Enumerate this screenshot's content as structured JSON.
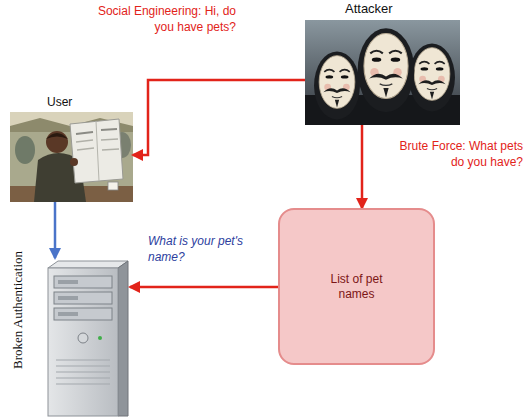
{
  "diagram": {
    "nodes": [
      {
        "text": [
          "Attacker"
        ]
      },
      {
        "text": [
          "User"
        ]
      },
      {
        "text": [
          "List of pet names"
        ]
      },
      {
        "text": [
          "Broken Authentication"
        ]
      }
    ],
    "edges": [
      {
        "from": 0,
        "to": 1,
        "arrow": "to",
        "label": "Social Engineering: Hi, do you have pets?"
      },
      {
        "from": 0,
        "to": 2,
        "arrow": "to",
        "label": "Brute Force: What pets do you have?"
      },
      {
        "from": 1,
        "to": 3,
        "arrow": "to",
        "label": "What is your pet's name?"
      },
      {
        "from": 2,
        "to": 3,
        "arrow": "to"
      }
    ]
  }
}
